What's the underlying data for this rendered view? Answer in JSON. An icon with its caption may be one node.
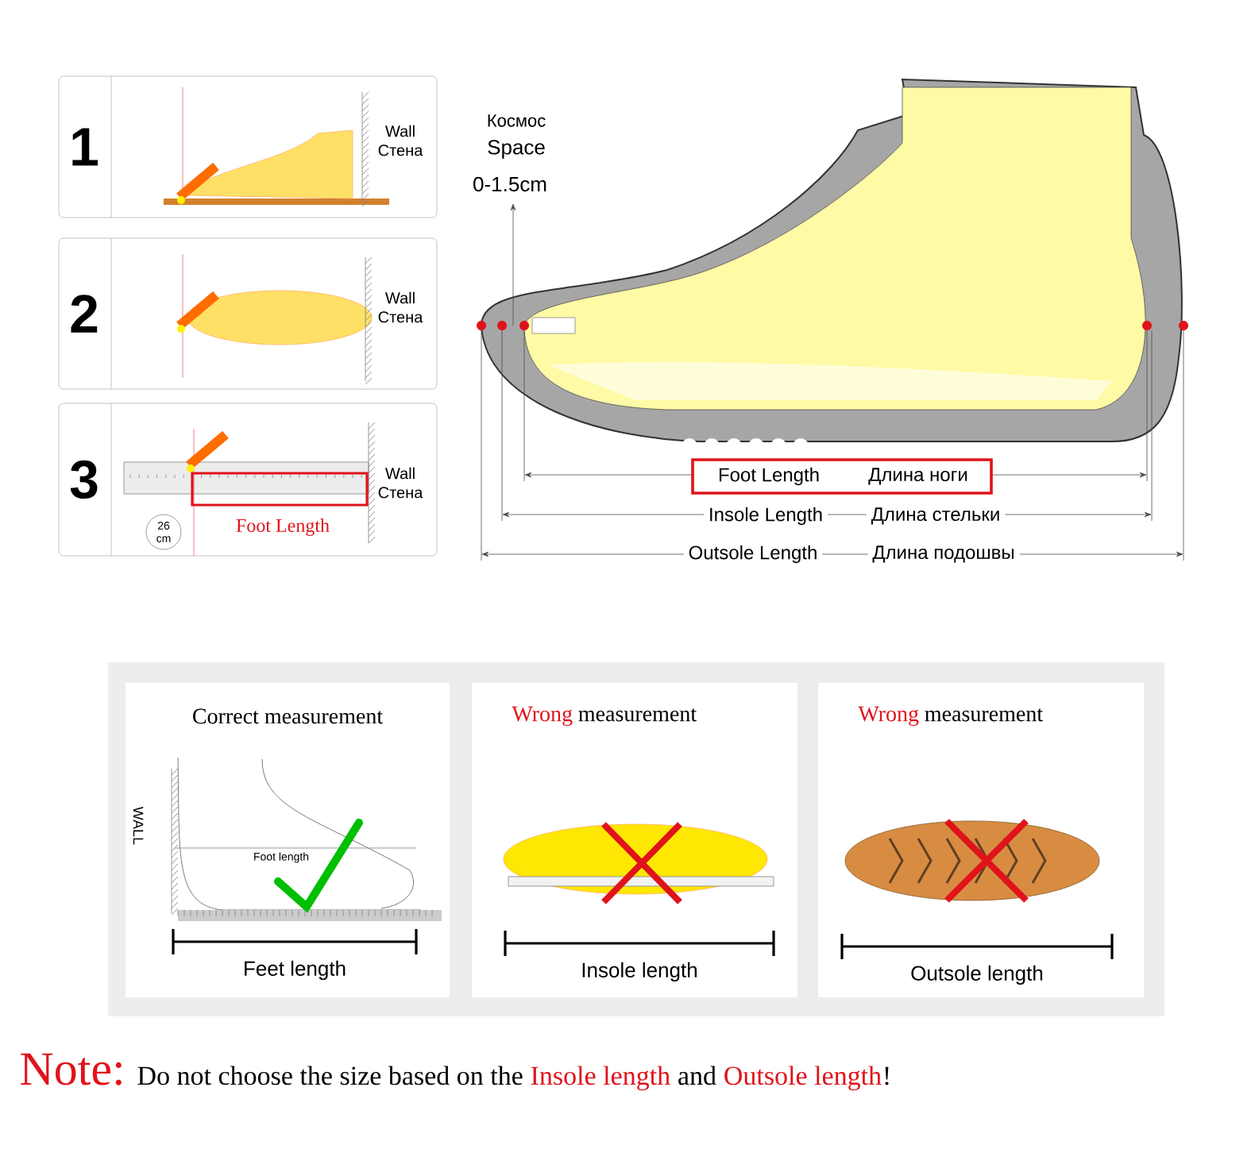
{
  "diagram": {
    "nodes": [
      {
        "text": [
          "1",
          "Wall Стена"
        ]
      },
      {
        "text": [
          "2",
          "Wall Стена"
        ]
      },
      {
        "text": [
          "3",
          "Wall Стена",
          "26 cm",
          "Foot Length"
        ]
      },
      {
        "text": [
          "Foot Length",
          "Длина ноги"
        ]
      },
      {
        "text": [
          "Correct measurement",
          "WALL",
          "Foot length",
          "Feet length"
        ]
      },
      {
        "text": [
          "Wrong",
          "measurement",
          "Insole length"
        ]
      },
      {
        "text": [
          "Wrong",
          "measurement",
          "Outsole length"
        ]
      }
    ],
    "labels": [
      "Космос",
      "Space",
      "0-1.5cm",
      "Insole Length",
      "Длина стельки",
      "Outsole Length",
      "Длина подошвы",
      "Note:",
      "Do not choose the size based on the",
      "Insole length",
      "and",
      "Outsole length",
      "!"
    ]
  }
}
